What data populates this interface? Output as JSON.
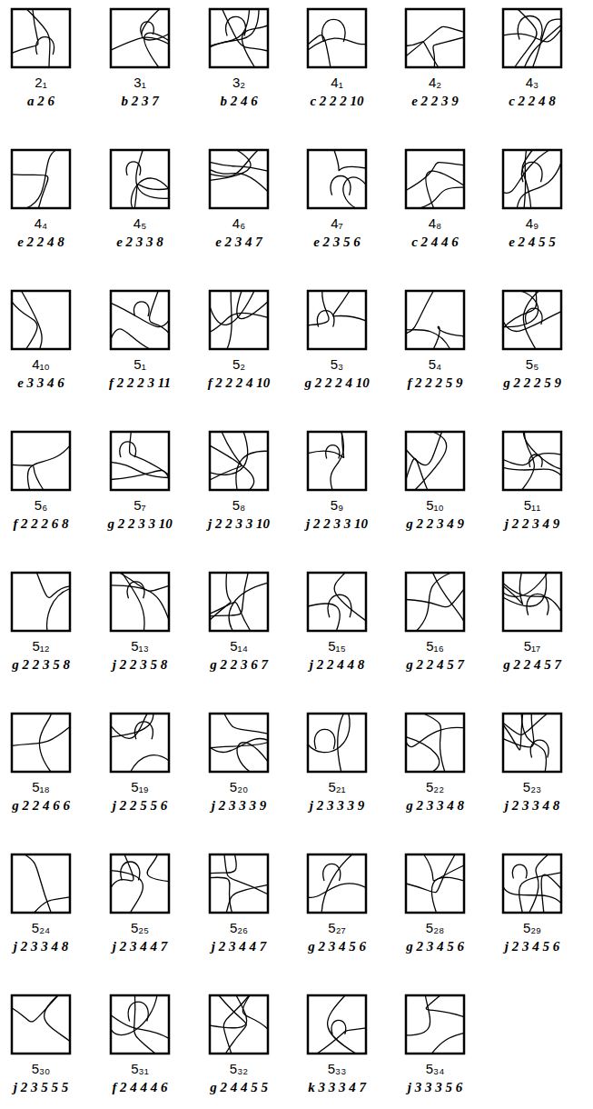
{
  "diagram": {
    "labels": [
      "2₁",
      "a 2 6",
      "3₁",
      "b 2 3 7",
      "3₂",
      "b 2 4 6",
      "4₁",
      "c 2 2 2 10",
      "4₂",
      "e 2 2 3 9",
      "4₃",
      "c 2 2 4 8",
      "4₄",
      "e 2 2 4 8",
      "4₅",
      "e 2 3 3 8",
      "4₆",
      "e 2 3 4 7",
      "4₇",
      "e 2 3 5 6",
      "4₈",
      "c 2 4 4 6",
      "4₉",
      "e 2 4 5 5",
      "4₁₀",
      "e 3 3 4 6",
      "5₁",
      "f 2 2 2 3 11",
      "5₂",
      "f 2 2 2 4 10",
      "5₃",
      "g 2 2 2 4 10",
      "5₄",
      "f 2 2 2 5 9",
      "5₅",
      "g 2 2 2 5 9",
      "5₆",
      "f 2 2 2 6 8",
      "5₇",
      "g 2 2 3 3 10",
      "5₈",
      "j 2 2 3 3 10",
      "5₉",
      "j 2 2 3 3 10",
      "5₁₀",
      "g 2 2 3 4 9",
      "5₁₁",
      "j 2 2 3 4 9",
      "5₁₂",
      "g 2 2 3 5 8",
      "5₁₃",
      "j 2 2 3 5 8",
      "5₁₄",
      "g 2 2 3 6 7",
      "5₁₅",
      "j 2 2 4 4 8",
      "5₁₆",
      "g 2 2 4 5 7",
      "5₁₇",
      "g 2 2 4 5 7",
      "5₁₈",
      "g 2 2 4 6 6",
      "5₁₉",
      "j 2 2 5 5 6",
      "5₂₀",
      "j 2 3 3 3 9",
      "5₂₁",
      "j 2 3 3 3 9",
      "5₂₂",
      "g 2 3 3 4 8",
      "5₂₃",
      "j 2 3 3 4 8",
      "5₂₄",
      "j 2 3 3 4 8",
      "5₂₅",
      "j 2 3 4 4 7",
      "5₂₆",
      "j 2 3 4 4 7",
      "5₂₇",
      "g 2 3 4 5 6",
      "5₂₈",
      "g 2 3 4 5 6",
      "5₂₉",
      "j 2 3 4 5 6",
      "5₃₀",
      "j 2 3 5 5 5",
      "5₃₁",
      "f 2 4 4 4 6",
      "5₃₂",
      "g 2 4 4 5 5",
      "5₃₃",
      "k 3 3 3 4 7",
      "5₃₄",
      "j 3 3 3 5 6"
    ]
  }
}
